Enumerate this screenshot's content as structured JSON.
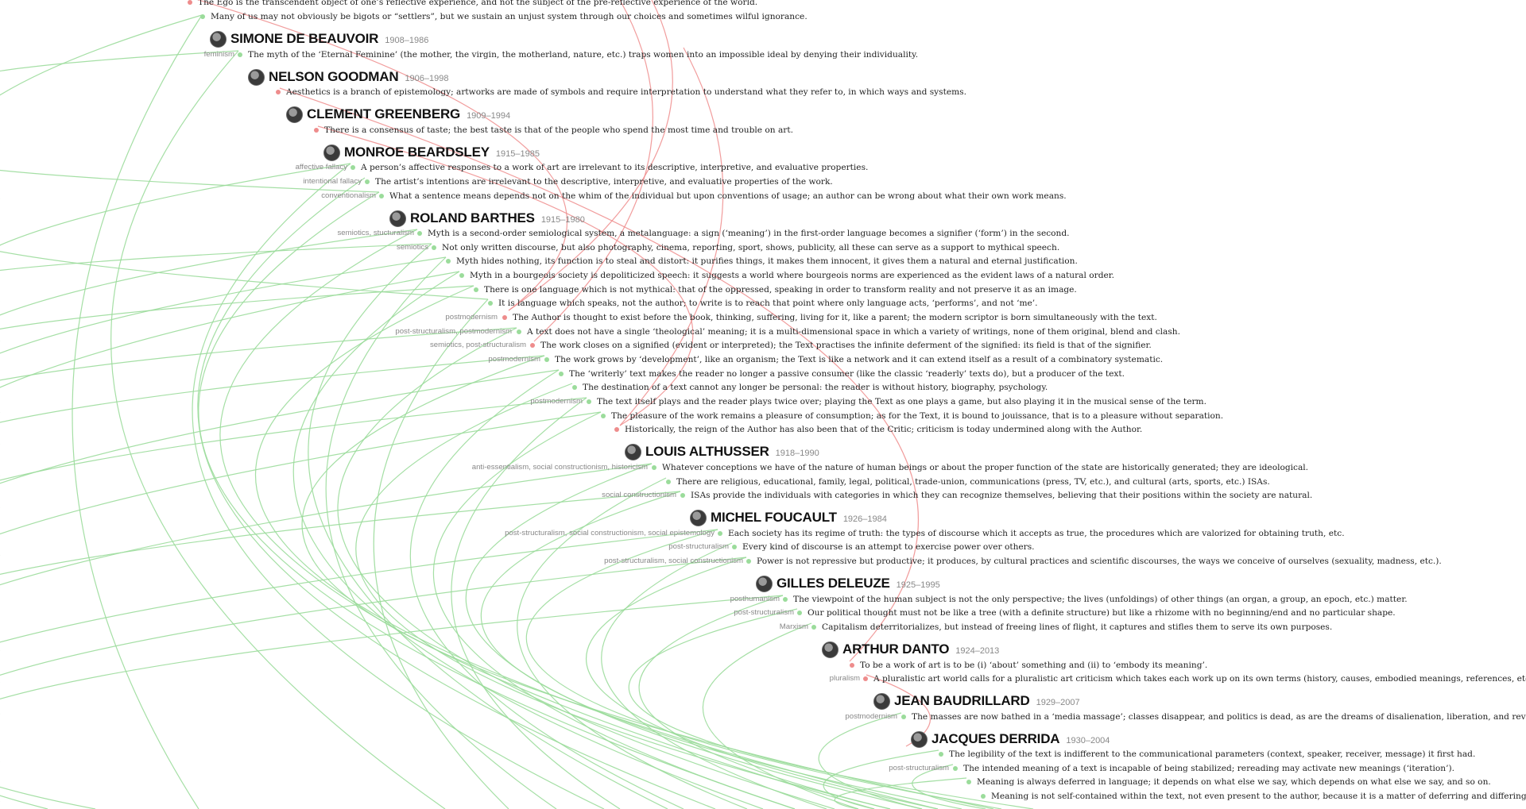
{
  "colors": {
    "agree": "#9bdc9b",
    "disagree": "#ee8c8c"
  },
  "top_claims": [
    {
      "text": "The Ego is the transcendent object of one’s reflective experience, and not the subject of the pre-reflective experience of the world.",
      "dot": "red"
    },
    {
      "text": "Many of us may not obviously be bigots or “settlers”, but we sustain an unjust system through our choices and sometimes wilful ignorance.",
      "dot": "green"
    }
  ],
  "thinkers": [
    {
      "name": "SIMONE DE BEAUVOIR",
      "years": "1908–1986",
      "claims": [
        {
          "tag": "feminism",
          "text": "The myth of the ‘Eternal Feminine’ (the mother, the virgin, the motherland, nature, etc.) traps women into an impossible ideal by denying their individuality.",
          "dot": "green"
        }
      ]
    },
    {
      "name": "NELSON GOODMAN",
      "years": "1906–1998",
      "claims": [
        {
          "tag": "",
          "text": "Aesthetics is a branch of epistemology; artworks are made of symbols and require interpretation to understand what they refer to, in which ways and systems.",
          "dot": "red"
        }
      ]
    },
    {
      "name": "CLEMENT GREENBERG",
      "years": "1909–1994",
      "claims": [
        {
          "tag": "",
          "text": "There is a consensus of taste; the best taste is that of the people who spend the most time and trouble on art.",
          "dot": "red"
        }
      ]
    },
    {
      "name": "MONROE BEARDSLEY",
      "years": "1915–1985",
      "claims": [
        {
          "tag": "affective fallacy",
          "text": "A person’s affective responses to a work of art are irrelevant to its descriptive, interpretive, and evaluative properties.",
          "dot": "green"
        },
        {
          "tag": "intentional fallacy",
          "text": "The artist’s intentions are irrelevant to the descriptive, interpretive, and evaluative properties of the work.",
          "dot": "green"
        },
        {
          "tag": "conventionalism",
          "text": "What a sentence means depends not on the whim of the individual but upon conventions of usage; an author can be wrong about what their own work means.",
          "dot": "green"
        }
      ]
    },
    {
      "name": "ROLAND BARTHES",
      "years": "1915–1980",
      "claims": [
        {
          "tag": "semiotics, stucturalism",
          "text": "Myth is a second-order semiological system, a metalanguage: a sign (‘meaning’) in the first-order language becomes a signifier (‘form’) in the second.",
          "dot": "green"
        },
        {
          "tag": "semiotics",
          "text": "Not only written discourse, but also photography, cinema, reporting, sport, shows, publicity, all these can serve as a support to mythical speech.",
          "dot": "green"
        },
        {
          "tag": "",
          "text": "Myth hides nothing, its function is to steal and distort: it purifies things, it makes them innocent, it gives them a natural and eternal justification.",
          "dot": "green"
        },
        {
          "tag": "",
          "text": "Myth in a bourgeois society is depoliticized speech: it suggests a world where bourgeois norms are experienced as the evident laws of a natural order.",
          "dot": "green"
        },
        {
          "tag": "",
          "text": "There is one language which is not mythical: that of the oppressed, speaking in order to transform reality and not preserve it as an image.",
          "dot": "green"
        },
        {
          "tag": "",
          "text": "It is language which speaks, not the author; to write is to reach that point where only language acts, ‘performs’, and not ‘me’.",
          "dot": "green"
        },
        {
          "tag": "postmodernism",
          "text": "The Author is thought to exist before the book, thinking, suffering, living for it, like a parent; the modern scriptor is born simultaneously with the text.",
          "dot": "red"
        },
        {
          "tag": "post-structuralism, postmodernism",
          "text": "A text does not have a single ‘theological’ meaning; it is a multi-dimensional space in which a variety of writings, none of them original, blend and clash.",
          "dot": "green"
        },
        {
          "tag": "semiotics, post-structuralism",
          "text": "The work closes on a signified (evident or interpreted); the Text practises the infinite deferment of the signified: its field is that of the signifier.",
          "dot": "red"
        },
        {
          "tag": "postmodernism",
          "text": "The work grows by ‘development’, like an organism; the Text is like a network and it can extend itself as a result of a combinatory systematic.",
          "dot": "green"
        },
        {
          "tag": "",
          "text": "The ‘writerly’ text makes the reader no longer a passive consumer (like the classic ‘readerly’ texts do), but a producer of the text.",
          "dot": "green"
        },
        {
          "tag": "",
          "text": "The destination of a text cannot any longer be personal: the reader is without history, biography, psychology.",
          "dot": "green"
        },
        {
          "tag": "postmodernism",
          "text": "The text itself plays and the reader plays twice over; playing the Text as one plays a game, but also playing it in the musical sense of the term.",
          "dot": "green"
        },
        {
          "tag": "",
          "text": "The pleasure of the work remains a pleasure of consumption; as for the Text, it is bound to jouissance, that is to a pleasure without separation.",
          "dot": "green"
        },
        {
          "tag": "",
          "text": "Historically, the reign of the Author has also been that of the Critic; criticism is today undermined along with the Author.",
          "dot": "red"
        }
      ]
    },
    {
      "name": "LOUIS ALTHUSSER",
      "years": "1918–1990",
      "claims": [
        {
          "tag": "anti-essentialism, social constructionism, historicism",
          "text": "Whatever conceptions we have of the nature of human beings or about the proper function of the state are historically generated; they are ideological.",
          "dot": "green"
        },
        {
          "tag": "",
          "text": "There are religious, educational, family, legal, political, trade-union, communications (press, TV, etc.), and cultural (arts, sports, etc.) ISAs.",
          "dot": "green"
        },
        {
          "tag": "social constructionism",
          "text": "ISAs provide the individuals with categories in which they can recognize themselves, believing that their positions within the society are natural.",
          "dot": "green"
        }
      ]
    },
    {
      "name": "MICHEL FOUCAULT",
      "years": "1926–1984",
      "claims": [
        {
          "tag": "post-structuralism, social constructionism, social epistemology",
          "text": "Each society has its regime of truth: the types of discourse which it accepts as true, the procedures which are valorized for obtaining truth, etc.",
          "dot": "green"
        },
        {
          "tag": "post-structuralism",
          "text": "Every kind of discourse is an attempt to exercise power over others.",
          "dot": "green"
        },
        {
          "tag": "post-structuralism, social constructionism",
          "text": "Power is not repressive but productive; it produces, by cultural practices and scientific discourses, the ways we conceive of ourselves (sexuality, madness, etc.).",
          "dot": "green"
        }
      ]
    },
    {
      "name": "GILLES DELEUZE",
      "years": "1925–1995",
      "claims": [
        {
          "tag": "posthumanism",
          "text": "The viewpoint of the human subject is not the only perspective; the lives (unfoldings) of other things (an organ, a group, an epoch, etc.) matter.",
          "dot": "green"
        },
        {
          "tag": "post-structuralism",
          "text": "Our political thought must not be like a tree (with a definite structure) but like a rhizome with no beginning/end and no particular shape.",
          "dot": "green"
        },
        {
          "tag": "Marxism",
          "text": "Capitalism deterritorializes, but instead of freeing lines of flight, it captures and stifles them to serve its own purposes.",
          "dot": "green"
        }
      ]
    },
    {
      "name": "ARTHUR DANTO",
      "years": "1924–2013",
      "claims": [
        {
          "tag": "",
          "text": "To be a work of art is to be (i) ‘about’ something and (ii) to ‘embody its meaning’.",
          "dot": "red"
        },
        {
          "tag": "pluralism",
          "text": "A pluralistic art world calls for a pluralistic art criticism which takes each work up on its own terms (history, causes, embodied meanings, references, etc.).",
          "dot": "red"
        }
      ]
    },
    {
      "name": "JEAN BAUDRILLARD",
      "years": "1929–2007",
      "claims": [
        {
          "tag": "postmodernism",
          "text": "The masses are now bathed in a ‘media massage’; classes disappear, and politics is dead, as are the dreams of disalienation, liberation, and revolution.",
          "dot": "green"
        }
      ]
    },
    {
      "name": "JACQUES DERRIDA",
      "years": "1930–2004",
      "claims": [
        {
          "tag": "",
          "text": "The legibility of the text is indifferent to the communicational parameters (context, speaker, receiver, message) it first had.",
          "dot": "green"
        },
        {
          "tag": "post-structuralism",
          "text": "The intended meaning of a text is incapable of being stabilized; rereading may activate new meanings (‘iteration’).",
          "dot": "green"
        },
        {
          "tag": "",
          "text": "Meaning is always deferred in language; it depends on what else we say, which depends on what else we say, and so on.",
          "dot": "green"
        },
        {
          "tag": "",
          "text": "Meaning is not self-contained within the text, not even present to the author, because it is a matter of deferring and differing (‘différance’).",
          "dot": "green"
        }
      ]
    }
  ]
}
